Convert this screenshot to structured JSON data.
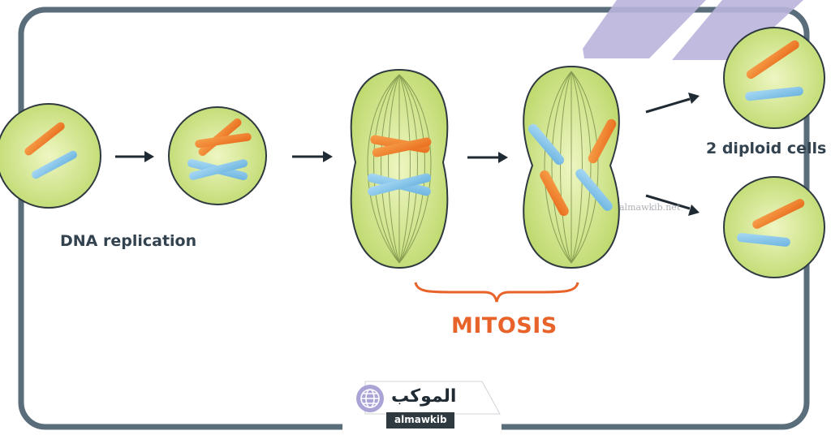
{
  "labels": {
    "dna_replication": "DNA replication",
    "diploid_cells": "2 diploid cells",
    "mitosis": "MITOSIS",
    "watermark": "almawkib.net"
  },
  "logo": {
    "arabic": "الموكب",
    "latin": "almawkib",
    "icon": "globe-icon"
  },
  "colors": {
    "cell_fill": "#d4e88a",
    "cell_stroke": "#2e3a40",
    "chromosome_orange": "#f0892e",
    "chromosome_blue": "#8cc8ea",
    "frame": "#5a6d7a",
    "mitosis_text": "#e8632a",
    "stripe": "#b9b4dc"
  }
}
